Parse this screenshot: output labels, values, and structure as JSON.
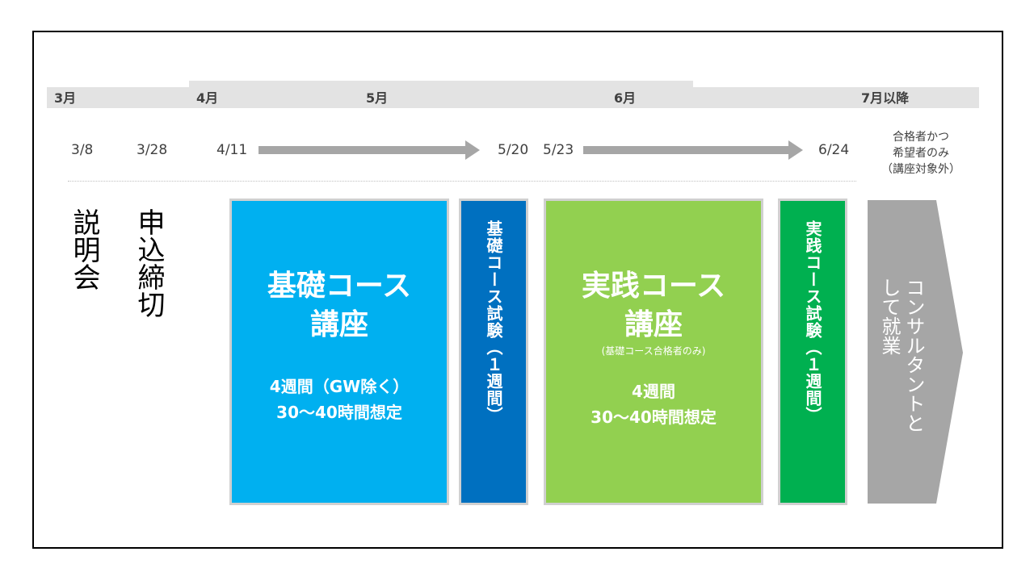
{
  "months": [
    "3月",
    "4月",
    "5月",
    "6月",
    "7月以降"
  ],
  "dates": [
    "3/8",
    "3/28",
    "4/11",
    "5/20",
    "5/23",
    "6/24"
  ],
  "note": [
    "合格者かつ",
    "希望者のみ",
    "（講座対象外）"
  ],
  "labels": {
    "briefing": "説明会",
    "deadline": "申込締切"
  },
  "basic_course": {
    "title_line1": "基礎コース",
    "title_line2": "講座",
    "detail_line1": "4週間（GW除く）",
    "detail_line2": "30～40時間想定"
  },
  "basic_exam": "基礎コース試験（１週間）",
  "practical_course": {
    "title_line1": "実践コース",
    "title_line2": "講座",
    "note": "(基礎コース合格者のみ)",
    "detail_line1": "4週間",
    "detail_line2": "30～40時間想定"
  },
  "practical_exam": "実践コース試験（１週間）",
  "employment": "コンサルタントとして就業",
  "colors": {
    "basic": "#00b0f0",
    "basic_exam": "#0070c0",
    "practical": "#92d050",
    "practical_exam": "#00b050",
    "employment": "#a6a6a6",
    "band": "#e3e3e3"
  }
}
